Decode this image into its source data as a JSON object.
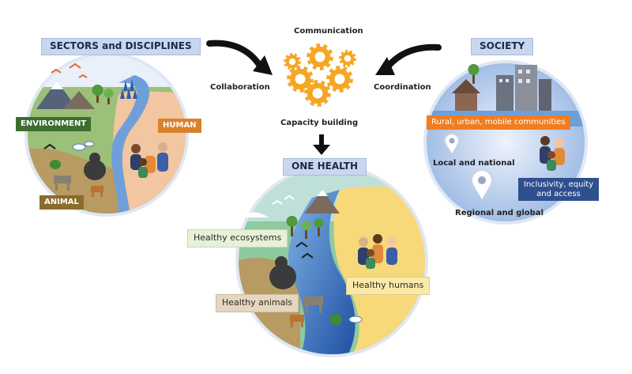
{
  "diagram": {
    "center_process": {
      "top": "Communication",
      "left": "Collaboration",
      "right": "Coordination",
      "bottom": "Capacity building"
    },
    "sectors": {
      "title": "SECTORS and DISCIPLINES",
      "environment": "ENVIRONMENT",
      "human": "HUMAN",
      "animal": "ANIMAL"
    },
    "society": {
      "title": "SOCIETY",
      "communities": "Rural, urban, mobile communities",
      "local": "Local and national",
      "regional": "Regional and global",
      "inclusivity_1": "Inclusivity, equity",
      "inclusivity_2": "and access"
    },
    "one_health": {
      "title": "ONE HEALTH",
      "ecosystems": "Healthy ecosystems",
      "humans": "Healthy humans",
      "animals": "Healthy animals"
    }
  },
  "colors": {
    "gear": "#f5a623",
    "arrow": "#111111",
    "header_bg": "#c9d6ee",
    "environment_tag": "#3c6e2f",
    "human_tag": "#d9822b",
    "animal_tag": "#8a6d2b",
    "communities_tag": "#ef7d22",
    "inclusivity_tag": "#2f4f8f"
  }
}
